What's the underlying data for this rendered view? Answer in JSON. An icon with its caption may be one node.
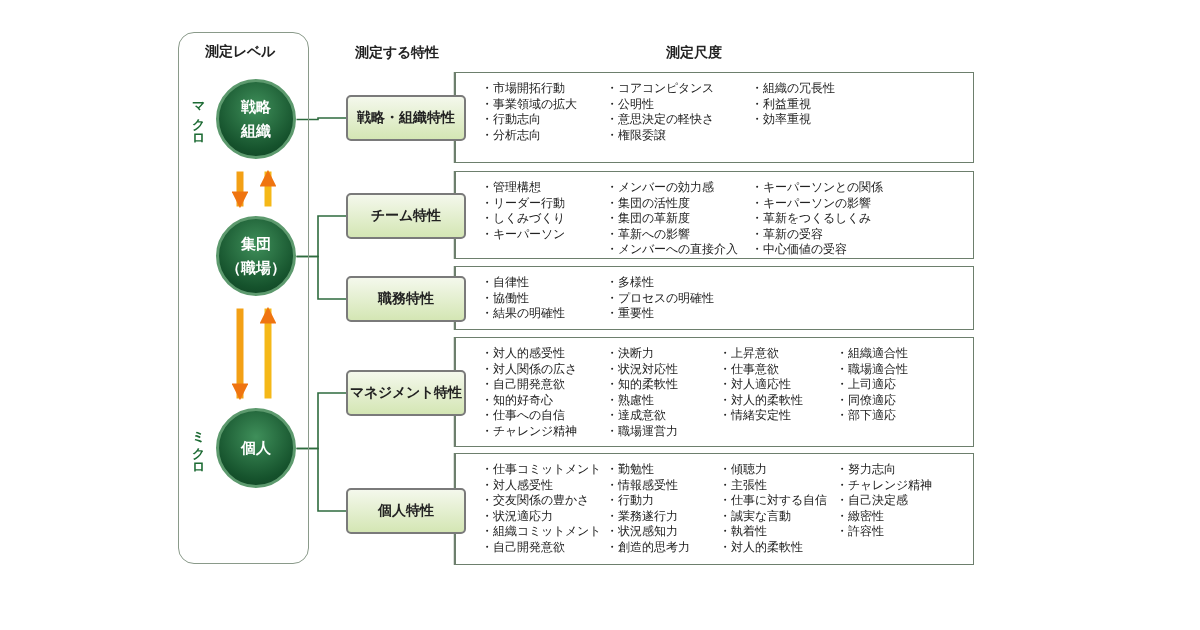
{
  "diagram": {
    "nodes": [
      {
        "text": [
          "測定レベル"
        ]
      },
      {
        "text": [
          "戦略組織"
        ],
        "in": 0,
        "beside": [
          "マクロ"
        ]
      },
      {
        "text": [
          "集団（職場）"
        ],
        "in": 0
      },
      {
        "text": [
          "個人"
        ],
        "in": 0,
        "beside": [
          "ミクロ"
        ]
      },
      {
        "text": [
          "戦略・組織特性"
        ]
      },
      {
        "text": [
          "チーム特性"
        ]
      },
      {
        "text": [
          "職務特性"
        ]
      },
      {
        "text": [
          "マネジメント特性"
        ]
      },
      {
        "text": [
          "個人特性"
        ]
      },
      {
        "text": [
          "・市場開拓行動",
          "・事業領域の拡大",
          "・行動志向",
          "・分析志向",
          "・コアコンピタンス",
          "・公明性",
          "・意思決定の軽快さ",
          "・権限委譲",
          "・組織の冗長性",
          "・利益重視",
          "・効率重視"
        ]
      },
      {
        "text": [
          "・管理構想",
          "・リーダー行動",
          "・しくみづくり",
          "・キーパーソン",
          "・メンバーの効力感",
          "・集団の活性度",
          "・集団の革新度",
          "・革新への影響",
          "・メンバーへの直接介入",
          "・キーパーソンとの関係",
          "・キーパーソンの影響",
          "・革新をつくるしくみ",
          "・革新の受容",
          "・中心価値の受容"
        ]
      },
      {
        "text": [
          "・自律性",
          "・協働性",
          "・結果の明確性",
          "・多様性",
          "・プロセスの明確性",
          "・重要性"
        ]
      },
      {
        "text": [
          "・対人的感受性",
          "・対人関係の広さ",
          "・自己開発意欲",
          "・知的好奇心",
          "・仕事への自信",
          "・チャレンジ精神",
          "・決断力",
          "・状況対応性",
          "・知的柔軟性",
          "・熟慮性",
          "・達成意欲",
          "・職場運営力",
          "・上昇意欲",
          "・仕事意欲",
          "・対人適応性",
          "・対人的柔軟性",
          "・情緒安定性",
          "・組織適合性",
          "・職場適合性",
          "・上司適応",
          "・同僚適応",
          "・部下適応"
        ]
      },
      {
        "text": [
          "・仕事コミットメント",
          "・対人感受性",
          "・交友関係の豊かさ",
          "・状況適応力",
          "・組織コミットメント",
          "・自己開発意欲",
          "・勤勉性",
          "・情報感受性",
          "・行動力",
          "・業務遂行力",
          "・状況感知力",
          "・創造的思考力",
          "・傾聴力",
          "・主張性",
          "・仕事に対する自信",
          "・誠実な言動",
          "・執着性",
          "・対人的柔軟性",
          "・努力志向",
          "・チャレンジ精神",
          "・自己決定感",
          "・緻密性",
          "・許容性"
        ]
      }
    ],
    "edges": [
      {
        "from": 1,
        "to": 4,
        "arrow": "none"
      },
      {
        "from": 1,
        "to": 2,
        "arrow": "to",
        "style": "thick",
        "color": "#f3a015"
      },
      {
        "from": 2,
        "to": 1,
        "arrow": "to",
        "style": "thick",
        "color": "#f5b818"
      },
      {
        "from": 2,
        "to": 5,
        "arrow": "none"
      },
      {
        "from": 2,
        "to": 6,
        "arrow": "none"
      },
      {
        "from": 2,
        "to": 3,
        "arrow": "to",
        "style": "thick",
        "color": "#f3a015"
      },
      {
        "from": 3,
        "to": 2,
        "arrow": "to",
        "style": "thick",
        "color": "#f5b818"
      },
      {
        "from": 3,
        "to": 7,
        "arrow": "none"
      },
      {
        "from": 3,
        "to": 8,
        "arrow": "none"
      }
    ],
    "labels": [
      "測定する特性",
      "測定尺度"
    ]
  }
}
